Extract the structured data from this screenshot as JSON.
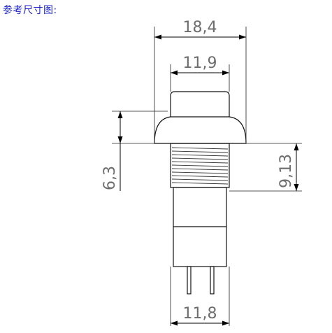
{
  "title": "参考尺寸图:",
  "dimensions": {
    "top_outer_width": "18,4",
    "button_cap_width": "11,9",
    "head_height": "6,3",
    "thread_length": "9,13",
    "body_width": "11,8"
  }
}
